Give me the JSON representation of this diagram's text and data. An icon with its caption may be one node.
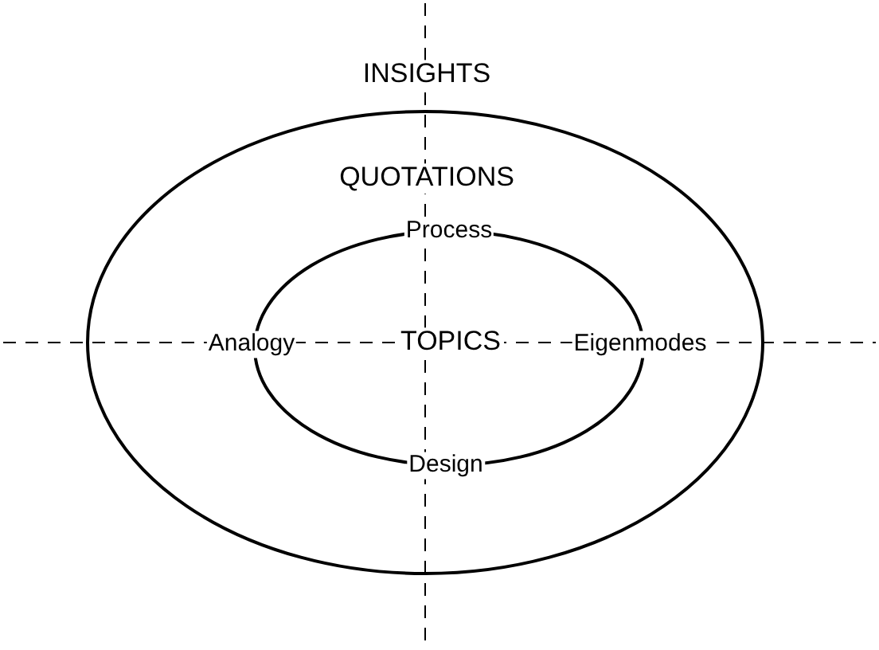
{
  "diagram": {
    "nodes": [
      {
        "text": [
          "QUOTATIONS"
        ]
      },
      {
        "text": [
          "TOPICS"
        ],
        "in": 0
      }
    ],
    "labels": [
      "INSIGHTS",
      "Process",
      "Analogy",
      "Eigenmodes",
      "Design"
    ]
  }
}
